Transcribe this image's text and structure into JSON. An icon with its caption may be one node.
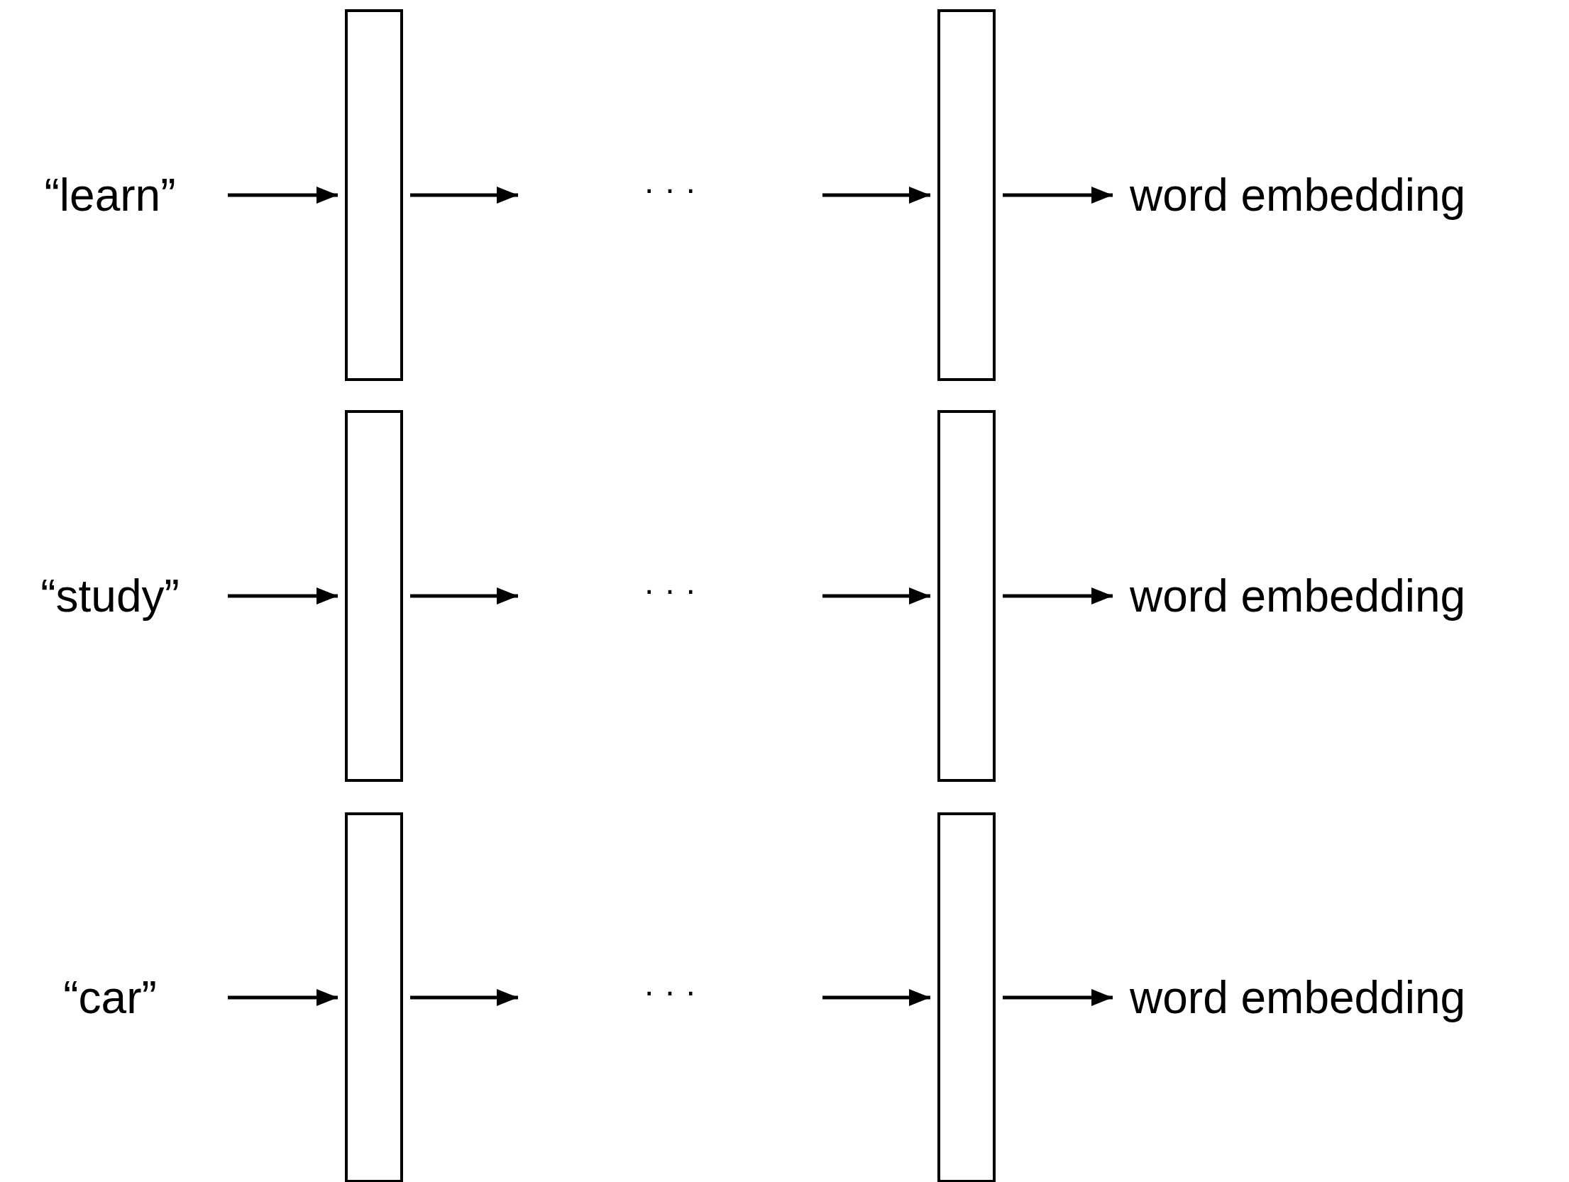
{
  "diagram": {
    "nodes": [
      {
        "text": [
          "“learn”"
        ]
      },
      {
        "text": [],
        "shape": "box"
      },
      {
        "text": [],
        "shape": "box"
      },
      {
        "text": [
          "word embedding"
        ]
      },
      {
        "text": [
          "“study”"
        ]
      },
      {
        "text": [],
        "shape": "box"
      },
      {
        "text": [],
        "shape": "box"
      },
      {
        "text": [
          "word embedding"
        ]
      },
      {
        "text": [
          "“car”"
        ]
      },
      {
        "text": [],
        "shape": "box"
      },
      {
        "text": [],
        "shape": "box"
      },
      {
        "text": [
          "word embedding"
        ]
      }
    ],
    "edges": [
      {
        "from": 0,
        "to": 1,
        "arrow": "to"
      },
      {
        "from": 1,
        "to": null,
        "arrow": "to"
      },
      {
        "from": null,
        "to": 2,
        "arrow": "to"
      },
      {
        "from": 2,
        "to": 3,
        "arrow": "to"
      },
      {
        "from": 4,
        "to": 5,
        "arrow": "to"
      },
      {
        "from": 5,
        "to": null,
        "arrow": "to"
      },
      {
        "from": null,
        "to": 6,
        "arrow": "to"
      },
      {
        "from": 6,
        "to": 7,
        "arrow": "to"
      },
      {
        "from": 8,
        "to": 9,
        "arrow": "to"
      },
      {
        "from": 9,
        "to": null,
        "arrow": "to"
      },
      {
        "from": null,
        "to": 10,
        "arrow": "to"
      },
      {
        "from": 10,
        "to": 11,
        "arrow": "to"
      }
    ],
    "labels": [
      "· · ·",
      "· · ·",
      "· · ·"
    ]
  }
}
